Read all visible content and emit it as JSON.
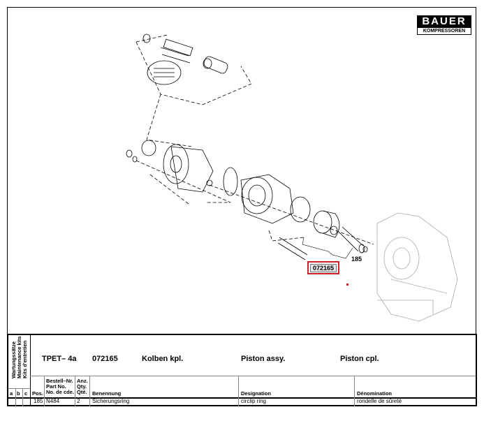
{
  "logo": {
    "brand": "BAUER",
    "sub": "KOMPRESSOREN"
  },
  "drawing": {
    "kit_label": "072165",
    "position_label": "185",
    "colors": {
      "highlight": "#d0202a"
    }
  },
  "table": {
    "side_labels": [
      "Wartungssätze",
      "Maintenance kits",
      "Kits d'entretien"
    ],
    "title": {
      "model": "TPET– 4a",
      "part_no": "072165",
      "de": "Kolben kpl.",
      "en": "Piston assy.",
      "fr": "Piston cpl."
    },
    "headers": {
      "a": "a",
      "b": "b",
      "c": "c",
      "pos": "Pos.",
      "part_no": [
        "Bestell–Nr.",
        "Part No.",
        "No. de cde."
      ],
      "qty": [
        "Anz.",
        "Qty.",
        "Qté."
      ],
      "de": "Benennung",
      "en": "Designation",
      "fr": "Dénomination"
    },
    "rows": [
      {
        "pos": "185",
        "part_no": "N484",
        "qty": "2",
        "de": "Sicherungsring",
        "en": "circlip ring",
        "fr": "rondelle de sûreté"
      }
    ]
  }
}
